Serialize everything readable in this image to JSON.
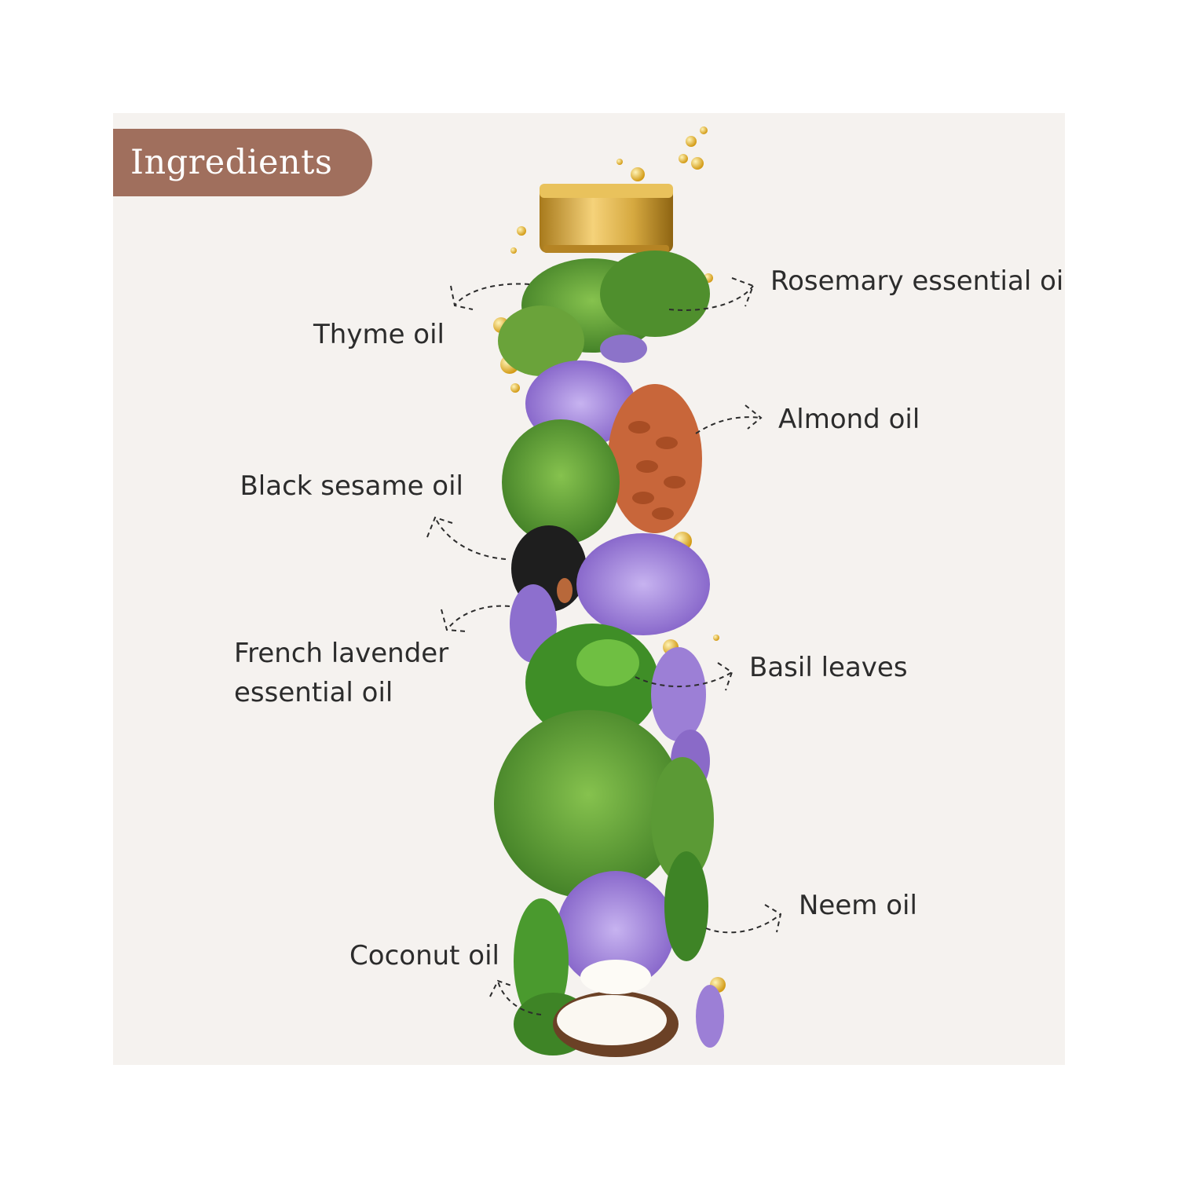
{
  "heading": "Ingredients",
  "colors": {
    "badge": "#a06f5d",
    "panel": "#f5f2ef",
    "text": "#2c2c2c",
    "cap": "#d6a940",
    "leaf": "#5b9a35",
    "lavender": "#9c7fd6",
    "almond": "#c8663a"
  },
  "illustration": {
    "icon": "herb-bottle-icon"
  },
  "ingredients": {
    "rosemary": "Rosemary essential oil",
    "thyme": "Thyme oil",
    "almond": "Almond oil",
    "black_sesame": "Black sesame oil",
    "french_lavender_line1": "French lavender",
    "french_lavender_line2": "essential oil",
    "basil": "Basil leaves",
    "neem": "Neem oil",
    "coconut": "Coconut oil"
  }
}
